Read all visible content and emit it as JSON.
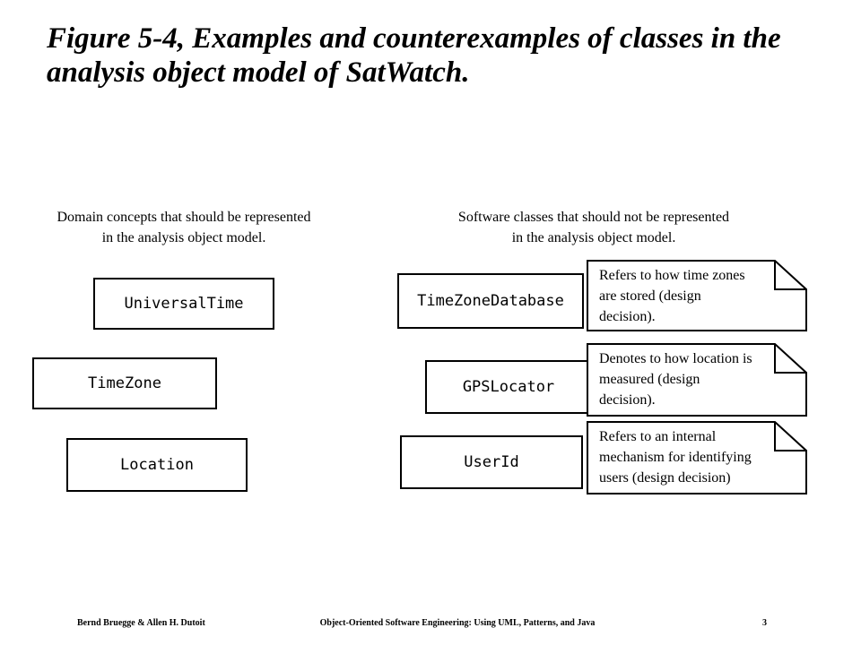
{
  "title": "Figure 5-4, Examples and counterexamples of classes in the analysis object model of SatWatch.",
  "left_caption": "Domain concepts that should be represented\nin the analysis object model.",
  "right_caption": "Software classes that should not be represented\nin the analysis object model.",
  "domain_classes": [
    "UniversalTime",
    "TimeZone",
    "Location"
  ],
  "software_classes": [
    "TimeZoneDatabase",
    "GPSLocator",
    "UserId"
  ],
  "notes": [
    "Refers to how time zones\nare stored (design\ndecision).",
    "Denotes to how location is\nmeasured (design\ndecision).",
    "Refers to an internal\nmechanism for identifying\nusers (design decision)"
  ],
  "footer": {
    "authors": "Bernd Bruegge & Allen H. Dutoit",
    "book": "Object-Oriented Software Engineering: Using UML, Patterns, and Java",
    "page": "3"
  }
}
